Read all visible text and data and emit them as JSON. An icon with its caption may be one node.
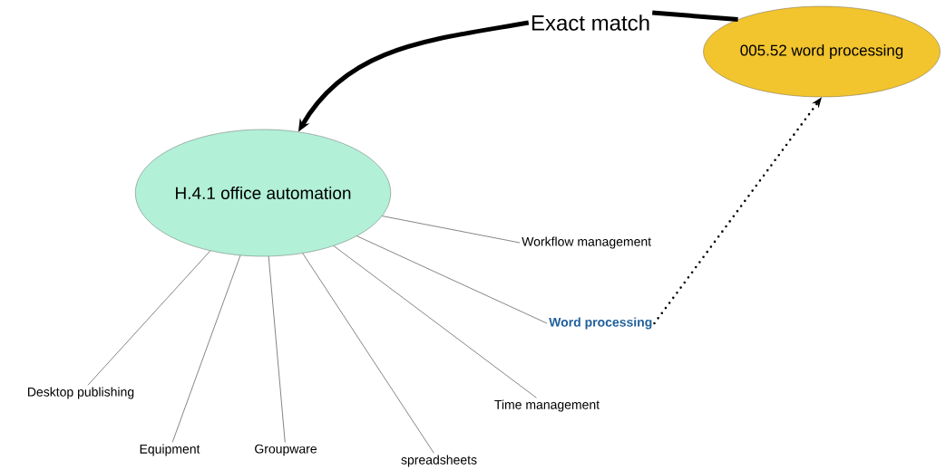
{
  "diagram": {
    "nodes": [
      {
        "text": [
          "H.4.1 office automation"
        ]
      },
      {
        "text": [
          "005.52 word processing"
        ]
      },
      {
        "text": [
          "Exact match"
        ]
      },
      {
        "text": [
          "Workflow management"
        ]
      },
      {
        "text": [
          "Word processing"
        ]
      },
      {
        "text": [
          "Time management"
        ]
      },
      {
        "text": [
          "spreadsheets"
        ]
      },
      {
        "text": [
          "Groupware"
        ]
      },
      {
        "text": [
          "Equipment"
        ]
      },
      {
        "text": [
          "Desktop publishing"
        ]
      }
    ],
    "edges": [
      {
        "from": 2,
        "to": 0,
        "arrow": "to",
        "style": "thick"
      },
      {
        "from": 2,
        "to": 1,
        "arrow": "none",
        "style": "thick"
      },
      {
        "from": 0,
        "to": 3,
        "arrow": "none"
      },
      {
        "from": 0,
        "to": 4,
        "arrow": "none"
      },
      {
        "from": 0,
        "to": 5,
        "arrow": "none"
      },
      {
        "from": 0,
        "to": 6,
        "arrow": "none"
      },
      {
        "from": 0,
        "to": 7,
        "arrow": "none"
      },
      {
        "from": 0,
        "to": 8,
        "arrow": "none"
      },
      {
        "from": 0,
        "to": 9,
        "arrow": "none"
      },
      {
        "from": 4,
        "to": 1,
        "arrow": "to",
        "style": "dashed"
      }
    ]
  }
}
